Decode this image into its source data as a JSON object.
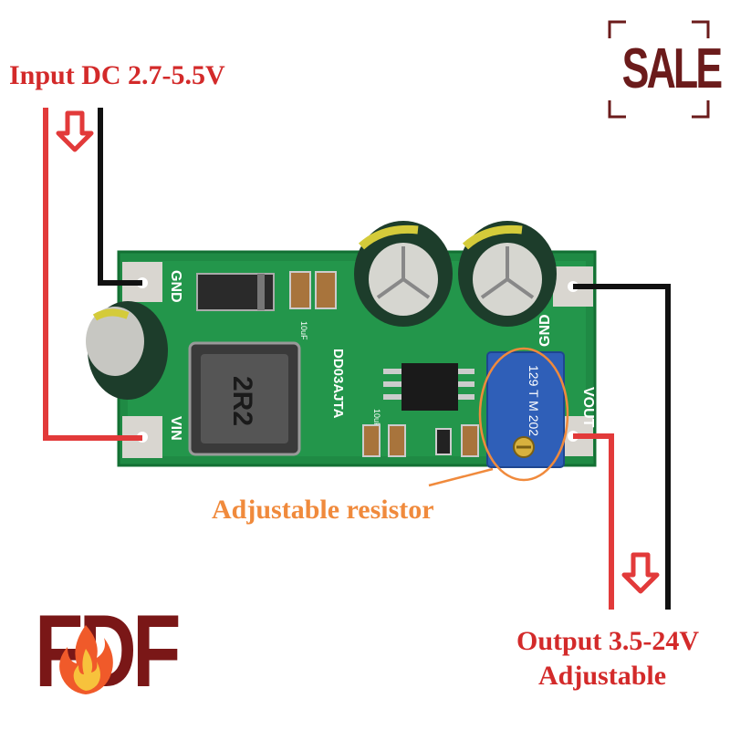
{
  "labels": {
    "input": "Input DC 2.7-5.5V",
    "resistor": "Adjustable resistor",
    "output": "Output 3.5-24V",
    "output_adjustable": "Adjustable"
  },
  "badge": {
    "sale": "SALE"
  },
  "brand": {
    "logo_text": "FDF"
  },
  "board": {
    "pin_gnd_in": "GND",
    "pin_vin": "VIN",
    "pin_gnd_out": "GND",
    "pin_vout": "VOUT",
    "model": "DD03AJTA",
    "inductor": "2R2",
    "cap_label": "10uF",
    "cap_label_2": "10uF",
    "trimmer": "129 T M 202"
  },
  "colors": {
    "red_wire": "#e23a3a",
    "black_wire": "#111111",
    "pcb_green": "#1f8a44",
    "label_red": "#d32a2a",
    "label_orange": "#f08a3c",
    "brand_dark_red": "#7a1717"
  }
}
